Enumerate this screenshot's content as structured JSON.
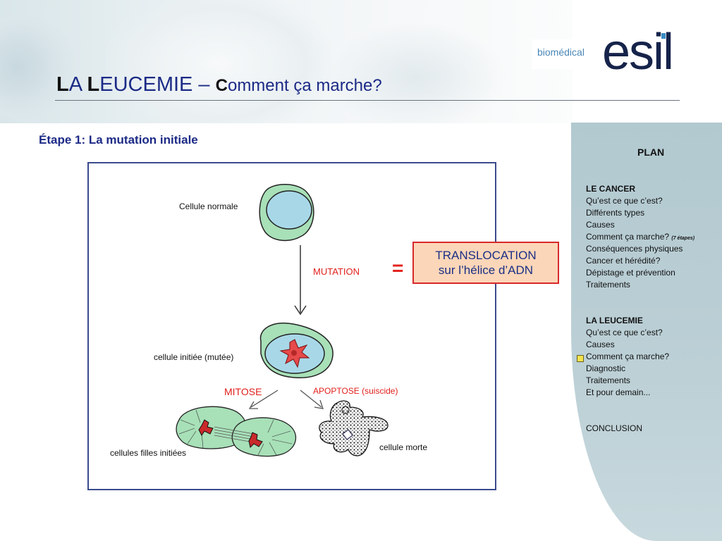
{
  "header": {
    "title_l1": "L",
    "title_a": "A ",
    "title_l2": "L",
    "title_eucemie": "EUCEMIE – ",
    "title_c": "C",
    "title_rest": "omment ça marche?"
  },
  "logo": {
    "biomedical": "biomédical",
    "esil": "esil"
  },
  "step": {
    "label": "Étape 1: La mutation initiale"
  },
  "figure": {
    "normal_cell": "Cellule normale",
    "mutation": "MUTATION",
    "initiated_cell": "cellule initiée (mutée)",
    "mitose": "MITOSE",
    "apoptose": "APOPTOSE (suiscide)",
    "daughter_cells": "cellules filles initiées",
    "dead_cell": "cellule morte"
  },
  "callout": {
    "equals": "=",
    "line1": "TRANSLOCATION",
    "line2": "sur l’hélice d’ADN"
  },
  "plan": {
    "heading": "PLAN",
    "cancer_section": "LE CANCER",
    "cancer_items": [
      "Qu’est ce que c’est?",
      "Différents types",
      "Causes",
      "Comment ça marche?",
      "Conséquences physiques",
      "Cancer et hérédité?",
      "Dépistage et prévention",
      "Traitements"
    ],
    "cancer_note": "(7 étapes)",
    "leucemie_section": "LA LEUCEMIE",
    "leucemie_items": [
      "Qu’est ce que c’est?",
      "Causes",
      "Comment ça marche?",
      "Diagnostic",
      "Traitements",
      "Et pour demain..."
    ],
    "conclusion": "CONCLUSION"
  },
  "colors": {
    "title_blue": "#1b2a86",
    "accent_red": "#e0201b",
    "callout_fill": "#fcd6b8",
    "panel_blue": "#b8ccd2",
    "marker_yellow": "#f4e34e"
  }
}
